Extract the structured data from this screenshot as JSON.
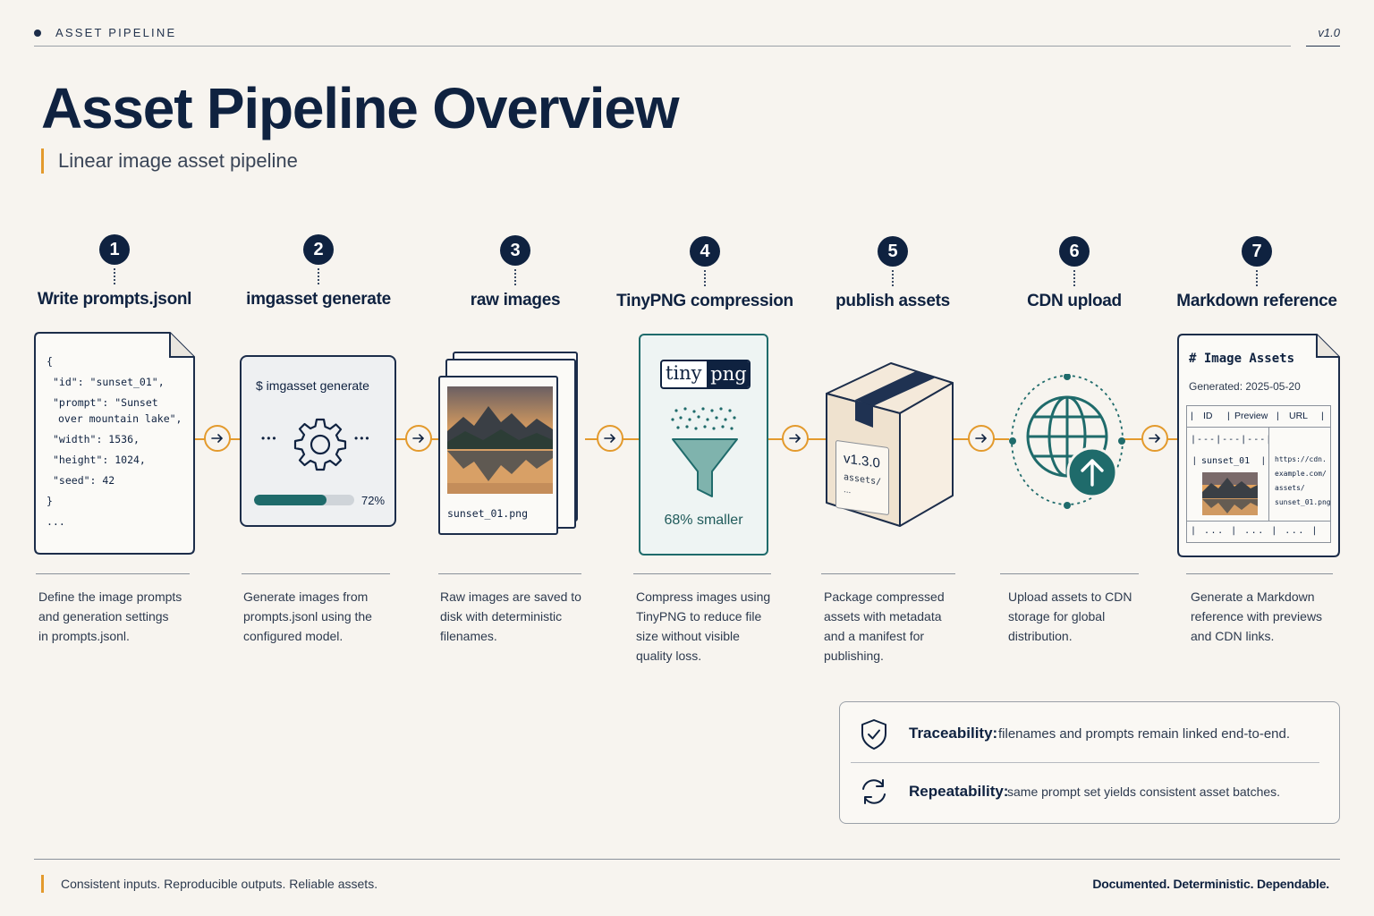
{
  "header": {
    "label": "ASSET PIPELINE",
    "version": "v1.0"
  },
  "title": "Asset Pipeline Overview",
  "subtitle": "Linear image asset pipeline",
  "steps": [
    {
      "num": "1",
      "title": "Write prompts.jsonl",
      "desc": [
        "Define the image prompts",
        "and generation settings",
        "in prompts.jsonl."
      ]
    },
    {
      "num": "2",
      "title": "imgasset generate",
      "desc": [
        "Generate images from",
        "prompts.jsonl using the",
        "configured model."
      ]
    },
    {
      "num": "3",
      "title": "raw images",
      "desc": [
        "Raw images are saved to",
        "disk with deterministic",
        "filenames."
      ]
    },
    {
      "num": "4",
      "title": "TinyPNG compression",
      "desc": [
        "Compress images using",
        "TinyPNG to reduce file",
        "size without visible",
        "quality loss."
      ]
    },
    {
      "num": "5",
      "title": "publish assets",
      "desc": [
        "Package compressed",
        "assets with metadata",
        "and a manifest for",
        "publishing."
      ]
    },
    {
      "num": "6",
      "title": "CDN upload",
      "desc": [
        "Upload assets to CDN",
        "storage for global",
        "distribution."
      ]
    },
    {
      "num": "7",
      "title": "Markdown reference",
      "desc": [
        "Generate a Markdown",
        "reference with previews",
        "and CDN links."
      ]
    }
  ],
  "card1": {
    "lines": [
      "{",
      "\"id\": \"sunset_01\",",
      "\"prompt\": \"Sunset",
      "over mountain lake\",",
      "\"width\": 1536,",
      "\"height\": 1024,",
      "\"seed\": 42",
      "}",
      "..."
    ]
  },
  "card2": {
    "command": "$ imgasset generate",
    "dots": "•••",
    "progress_label": "72%",
    "progress": 0.72
  },
  "card3": {
    "filename": "sunset_01.png"
  },
  "card4": {
    "logo_a": "tiny",
    "logo_b": "png",
    "result": "68% smaller"
  },
  "card5": {
    "version": "v1.3.0",
    "folder": "assets/",
    "more": "..."
  },
  "card7": {
    "heading": "# Image Assets",
    "generated": "Generated: 2025-05-20",
    "header_row": [
      "ID",
      "Preview",
      "URL"
    ],
    "sep_row": "|---|---|---|",
    "row_id": "sunset_01",
    "url_lines": [
      "https://cdn.",
      "example.com/",
      "assets/",
      "sunset_01.png"
    ],
    "end_row": "| ... | ... | ... |"
  },
  "notes": [
    {
      "key": "Traceability:",
      "value": "filenames and prompts remain linked end-to-end."
    },
    {
      "key": "Repeatability:",
      "value": "same prompt set yields consistent asset batches."
    }
  ],
  "footer": {
    "left": "Consistent inputs. Reproducible outputs.  Reliable assets.",
    "right": "Documented. Deterministic. Dependable."
  },
  "colors": {
    "navy": "#0f2240",
    "accent": "#e39a2d",
    "teal": "#1f6b6b"
  }
}
